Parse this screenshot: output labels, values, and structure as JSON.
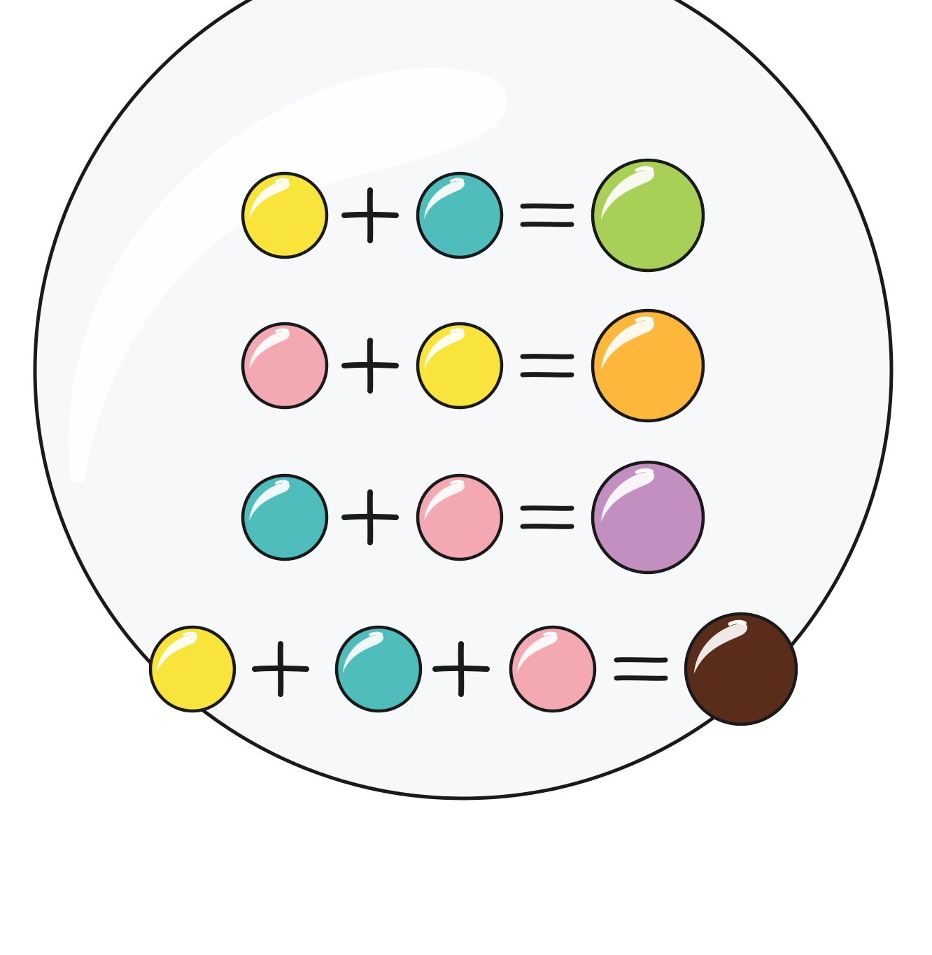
{
  "diagram": {
    "operators": {
      "plus": "+",
      "equals": "="
    },
    "colors": {
      "yellow": "#F9E43C",
      "teal": "#4FBDBB",
      "pink": "#F4A8B2",
      "green": "#A8D057",
      "orange": "#FDB73A",
      "purple": "#C38FC0",
      "brown": "#5A2D1B",
      "outline": "#1A1A1A",
      "plate": "#F7F8FA"
    },
    "equations": [
      {
        "inputs": [
          "yellow",
          "teal"
        ],
        "result": "green"
      },
      {
        "inputs": [
          "pink",
          "yellow"
        ],
        "result": "orange"
      },
      {
        "inputs": [
          "teal",
          "pink"
        ],
        "result": "purple"
      },
      {
        "inputs": [
          "yellow",
          "teal",
          "pink"
        ],
        "result": "brown"
      }
    ]
  }
}
